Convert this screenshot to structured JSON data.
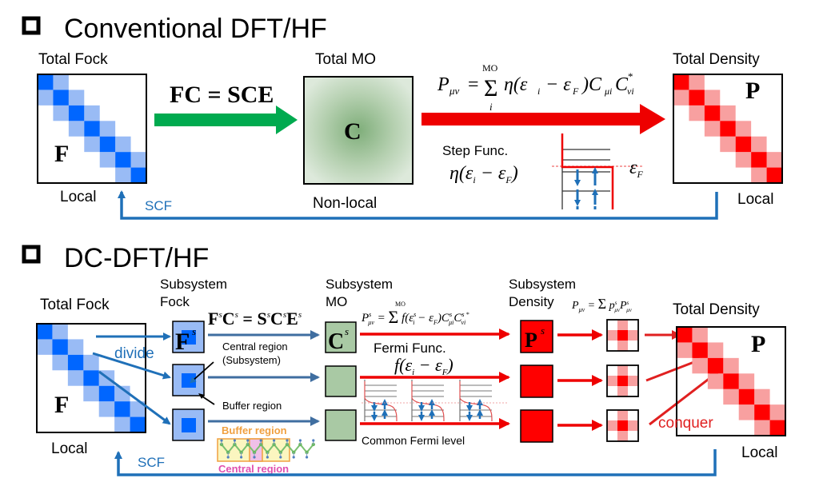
{
  "colors": {
    "blue_dark": "#0066ff",
    "blue_light": "#99bbf5",
    "red": "#ff0000",
    "red_light": "#f8a0a0",
    "green_arrow": "#00aa4f",
    "mo_green": "#a9c9a4",
    "scf_blue": "#1f70b8",
    "subsys_arrow": "#3f6ea0",
    "buffer_orange": "#f0a040",
    "central_pink": "#e050b0",
    "conquer_red": "#e02020"
  },
  "conventional": {
    "heading": "Conventional DFT/HF",
    "total_fock_label": "Total Fock",
    "fock_symbol": "F",
    "fock_locality": "Local",
    "roothaan_eq": "FC = SCE",
    "total_mo_label": "Total MO",
    "mo_symbol": "C",
    "mo_locality": "Non-local",
    "density_eq": {
      "lhs": "P",
      "lhs_sub": "μν",
      "sum_top": "MO",
      "sum_bottom": "i",
      "body": "η(ε",
      "body_i": "i",
      "body_mid": " − ε",
      "body_F": "F",
      "body_close": ")C",
      "c1_sub": "μi",
      "c2": "C",
      "c2_sup": "*",
      "c2_sub": "νi"
    },
    "step_func_label": "Step Func.",
    "step_func_expr": "η(εi − εF)",
    "fermi_level_symbol": "εF",
    "total_density_label": "Total Density",
    "density_symbol": "P",
    "density_locality": "Local",
    "scf_label": "SCF"
  },
  "dc": {
    "heading": "DC-DFT/HF",
    "total_fock_label": "Total Fock",
    "fock_symbol": "F",
    "fock_locality": "Local",
    "divide_label": "divide",
    "subsystem_fock_label_1": "Subsystem",
    "subsystem_fock_label_2": "Fock",
    "subsystem_fock_symbol": "F",
    "subsystem_sup": "s",
    "subsystem_eq": "FˢCˢ = SˢCˢEˢ",
    "central_region_label_1": "Central region",
    "central_region_label_2": "(Subsystem)",
    "buffer_region_label": "Buffer region",
    "buffer_region_legend": "Buffer region",
    "central_region_legend": "Central region",
    "subsystem_mo_label_1": "Subsystem",
    "subsystem_mo_label_2": "MO",
    "subsystem_mo_symbol": "C",
    "subsystem_density_eq": "Pˢμν = Σ f(εˢi − εF) Cˢμi Cˢνi*",
    "fermi_func_label": "Fermi Func.",
    "fermi_func_expr": "f(εi − εF)",
    "common_fermi_label": "Common Fermi level",
    "subsystem_density_label_1": "Subsystem",
    "subsystem_density_label_2": "Density",
    "subsystem_density_symbol": "P",
    "assembly_eq": "Pμν = Σ pˢμν Pˢμν",
    "total_density_label": "Total Density",
    "density_symbol": "P",
    "density_locality": "Local",
    "conquer_label": "conquer",
    "scf_label": "SCF"
  }
}
